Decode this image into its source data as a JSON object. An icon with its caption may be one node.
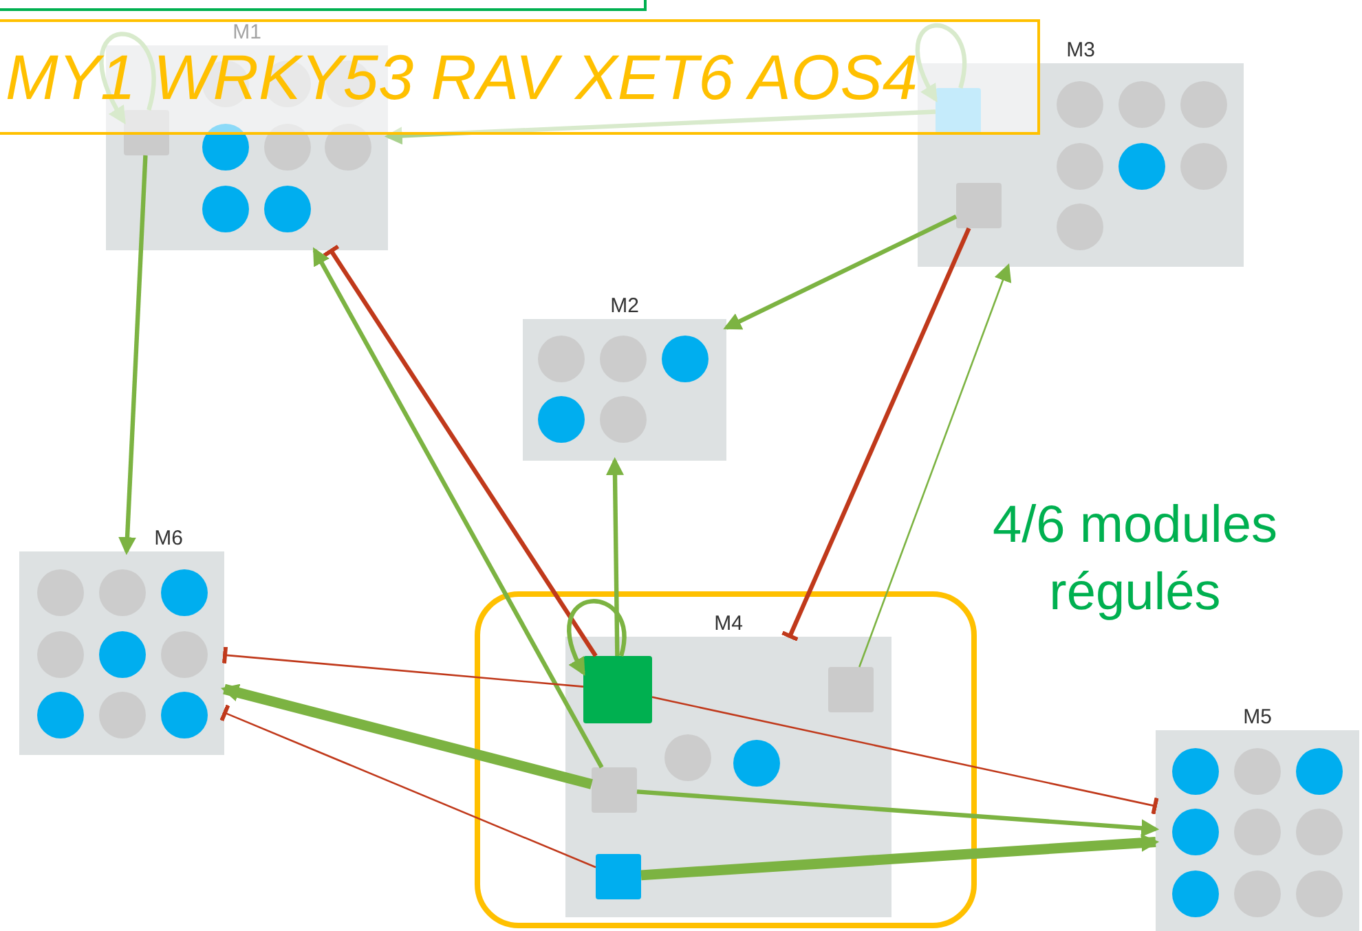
{
  "diagram": {
    "nodes": [
      {
        "text": [
          "M1"
        ]
      },
      {
        "text": [],
        "shape": "box",
        "in": 0
      },
      {
        "text": [
          "M3"
        ]
      },
      {
        "text": [],
        "shape": "box",
        "in": 2
      },
      {
        "text": [],
        "shape": "box",
        "in": 2
      },
      {
        "text": [
          "M2"
        ]
      },
      {
        "text": [
          "M6"
        ]
      },
      {
        "text": [
          "M4"
        ]
      },
      {
        "text": [],
        "shape": "box",
        "in": 7
      },
      {
        "text": [],
        "shape": "box",
        "in": 7
      },
      {
        "text": [],
        "shape": "box",
        "in": 7
      },
      {
        "text": [],
        "shape": "box",
        "in": 7
      },
      {
        "text": [
          "M5"
        ]
      }
    ],
    "edges": [
      {
        "from": 1,
        "to": 1,
        "arrow": "to",
        "color": "#a9d18e"
      },
      {
        "from": 3,
        "to": 3,
        "arrow": "to",
        "color": "#a9d18e"
      },
      {
        "from": 3,
        "to": 0,
        "arrow": "to",
        "color": "#a9d18e"
      },
      {
        "from": 1,
        "to": 6,
        "arrow": "to"
      },
      {
        "from": 4,
        "to": 5,
        "arrow": "to"
      },
      {
        "from": 4,
        "to": 7,
        "arrow": "other",
        "color": "#c0391b"
      },
      {
        "from": 9,
        "to": 2,
        "arrow": "to"
      },
      {
        "from": 8,
        "to": 0,
        "arrow": "other",
        "color": "#c0391b"
      },
      {
        "from": 10,
        "to": 0,
        "arrow": "to"
      },
      {
        "from": 8,
        "to": 8,
        "arrow": "to"
      },
      {
        "from": 8,
        "to": 5,
        "arrow": "to"
      },
      {
        "from": 8,
        "to": 6,
        "arrow": "other",
        "color": "#c0391b"
      },
      {
        "from": 8,
        "to": 12,
        "arrow": "other",
        "color": "#c0391b"
      },
      {
        "from": 10,
        "to": 6,
        "arrow": "to",
        "style": "thick"
      },
      {
        "from": 11,
        "to": 6,
        "arrow": "other",
        "color": "#c0391b"
      },
      {
        "from": 10,
        "to": 12,
        "arrow": "to"
      },
      {
        "from": 11,
        "to": 12,
        "arrow": "to",
        "style": "thick"
      }
    ],
    "labels": [
      "MY1 WRKY53 RAV XET6 AOS4",
      "4/6 modules régulés"
    ]
  }
}
